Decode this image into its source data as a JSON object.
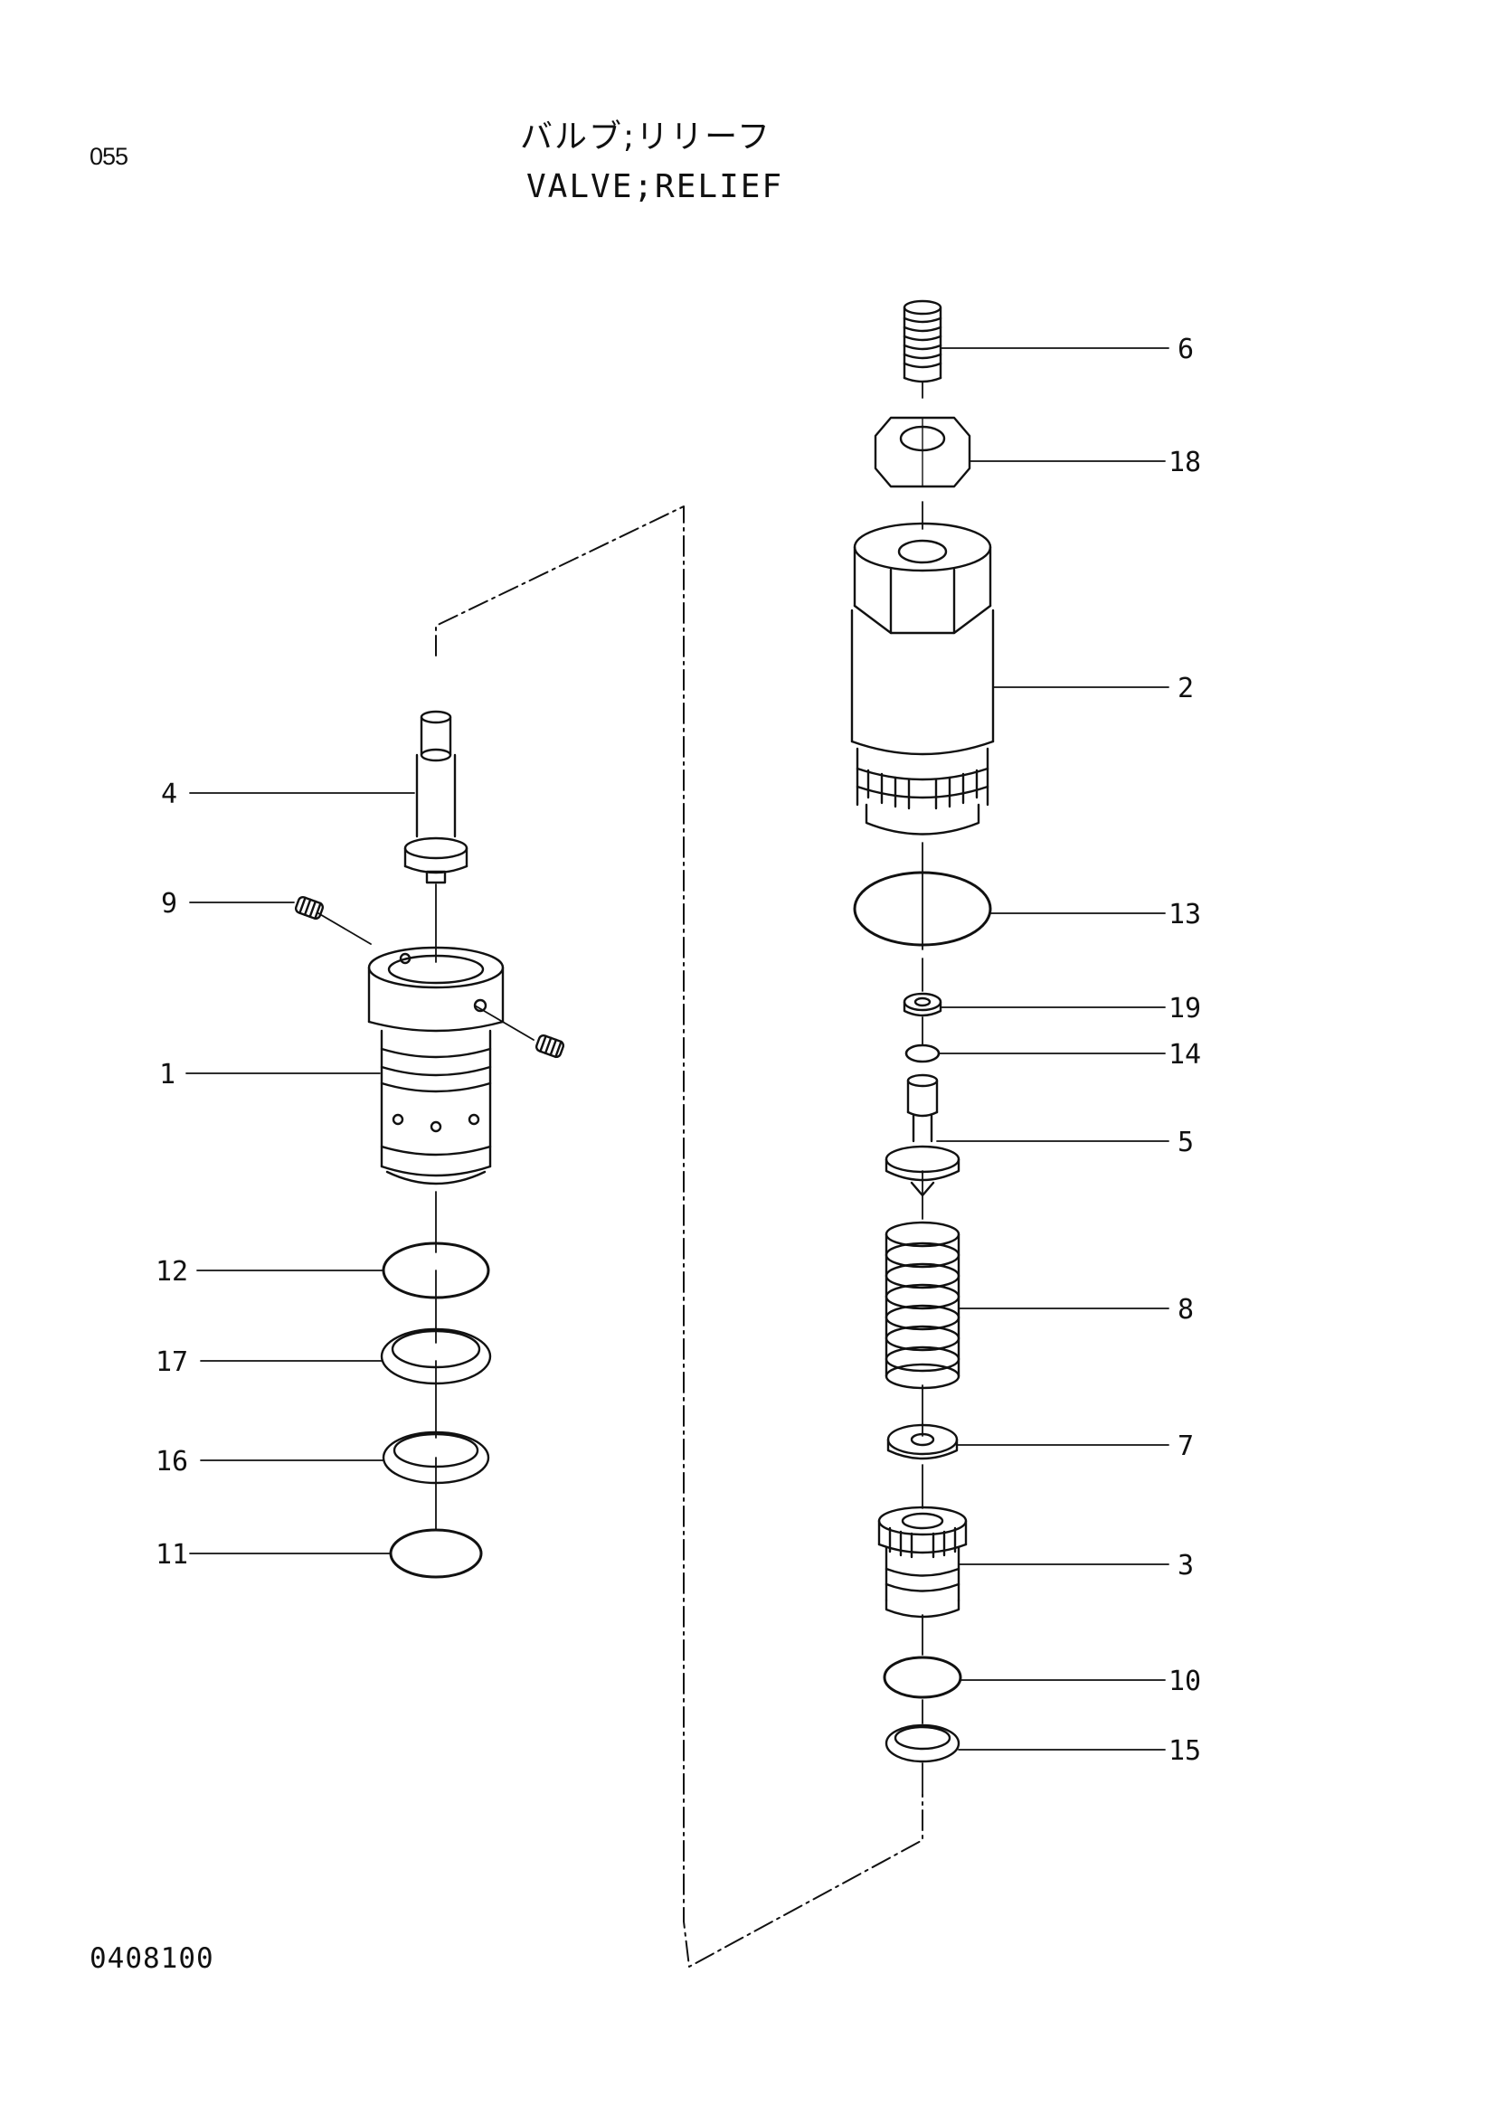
{
  "header": {
    "page_number": "055",
    "title_jp": "バルブ;リリーフ",
    "title_en": "VALVE;RELIEF"
  },
  "footer": {
    "drawing_code": "0408100"
  },
  "callouts": [
    {
      "id": "1",
      "label": "1"
    },
    {
      "id": "2",
      "label": "2"
    },
    {
      "id": "3",
      "label": "3"
    },
    {
      "id": "4",
      "label": "4"
    },
    {
      "id": "5",
      "label": "5"
    },
    {
      "id": "6",
      "label": "6"
    },
    {
      "id": "7",
      "label": "7"
    },
    {
      "id": "8",
      "label": "8"
    },
    {
      "id": "9",
      "label": "9"
    },
    {
      "id": "10",
      "label": "10"
    },
    {
      "id": "11",
      "label": "11"
    },
    {
      "id": "12",
      "label": "12"
    },
    {
      "id": "13",
      "label": "13"
    },
    {
      "id": "14",
      "label": "14"
    },
    {
      "id": "15",
      "label": "15"
    },
    {
      "id": "16",
      "label": "16"
    },
    {
      "id": "17",
      "label": "17"
    },
    {
      "id": "18",
      "label": "18"
    },
    {
      "id": "19",
      "label": "19"
    }
  ],
  "colors": {
    "line": "#111111",
    "background": "#ffffff"
  }
}
